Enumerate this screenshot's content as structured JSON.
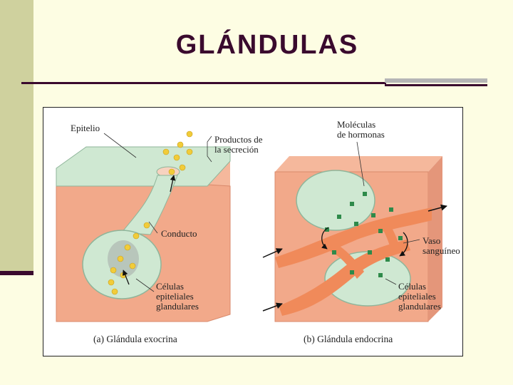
{
  "slide": {
    "title": "GLÁNDULAS"
  },
  "figure": {
    "exocrine": {
      "label_epithelium": "Epitelio",
      "label_products": "Productos de\nla secreción",
      "label_duct": "Conducto",
      "label_cells": "Células\nepiteliales\nglandulares",
      "caption": "(a) Glándula exocrina"
    },
    "endocrine": {
      "label_hormones": "Moléculas\nde hormonas",
      "label_vessel": "Vaso\nsanguíneo",
      "label_cells": "Células\nepiteliales\nglandulares",
      "caption": "(b) Glándula endocrina"
    }
  },
  "colors": {
    "title": "#3a0a2e",
    "sidebar": "#cfd19e",
    "tissue": "#f2a98a",
    "cells": "#cfe8d2",
    "vessel": "#f08a5a",
    "hormone": "#2e8a4a",
    "secretion": "#f1cc3a"
  }
}
